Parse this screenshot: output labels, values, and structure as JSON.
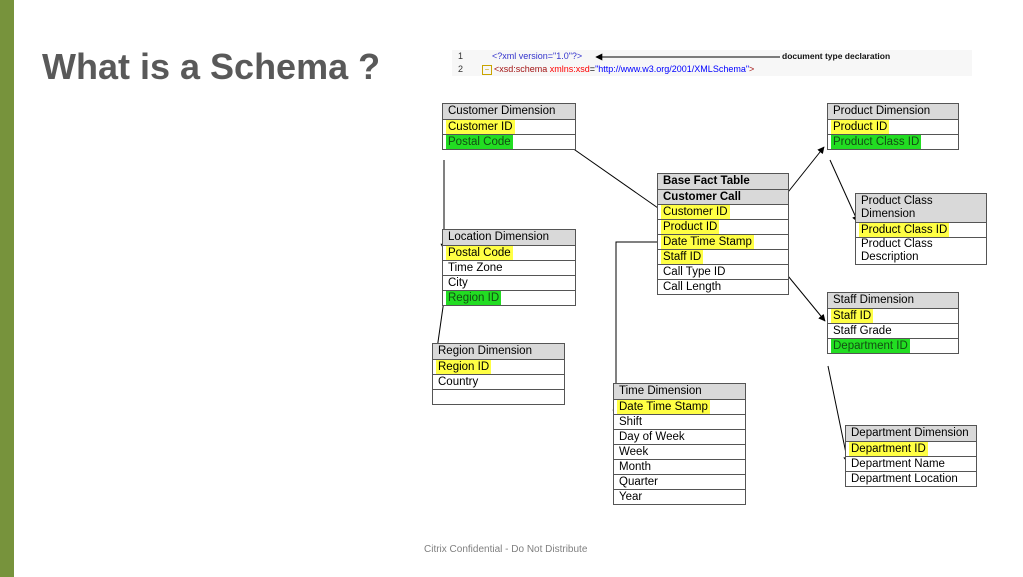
{
  "slide": {
    "title": "What is a Schema ?",
    "footer": "Citrix Confidential - Do Not Distribute",
    "colors": {
      "accent_bar": "#77933c",
      "primary_key": "#ffff44",
      "foreign_key": "#22dd22",
      "header_fill": "#d9d9d9"
    }
  },
  "xml": {
    "line1_num": "1",
    "line1_text": "<?xml version=\"1.0\"?>",
    "line2_num": "2",
    "line2_tag": "<xsd:schema ",
    "line2_attr": "xmlns:xsd",
    "line2_eq": "=",
    "line2_val": "\"http://www.w3.org/2001/XMLSchema\"",
    "line2_end": ">",
    "label": "document type declaration"
  },
  "entities": {
    "customer": {
      "title": "Customer Dimension",
      "rows": [
        "Customer ID",
        "Postal Code"
      ]
    },
    "location": {
      "title": "Location Dimension",
      "rows": [
        "Postal Code",
        "Time Zone",
        "City",
        "Region ID"
      ]
    },
    "region": {
      "title": "Region Dimension",
      "rows": [
        "Region ID",
        "Country",
        ""
      ]
    },
    "fact": {
      "title": "Base Fact Table",
      "rows": [
        "Customer Call",
        "Customer ID",
        "Product ID",
        "Date Time Stamp",
        "Staff ID",
        "Call Type ID",
        "Call Length"
      ]
    },
    "time": {
      "title": "Time Dimension",
      "rows": [
        "Date Time Stamp",
        "Shift",
        "Day of Week",
        "Week",
        "Month",
        "Quarter",
        "Year"
      ]
    },
    "product": {
      "title": "Product Dimension",
      "rows": [
        "Product ID",
        "Product Class ID"
      ]
    },
    "product_class": {
      "title": "Product Class Dimension",
      "rows": [
        "Product Class ID",
        "Product Class Description"
      ]
    },
    "staff": {
      "title": "Staff Dimension",
      "rows": [
        "Staff ID",
        "Staff Grade",
        "Department ID"
      ]
    },
    "department": {
      "title": "Department Dimension",
      "rows": [
        "Department ID",
        "Department Name",
        "Department Location"
      ]
    }
  }
}
